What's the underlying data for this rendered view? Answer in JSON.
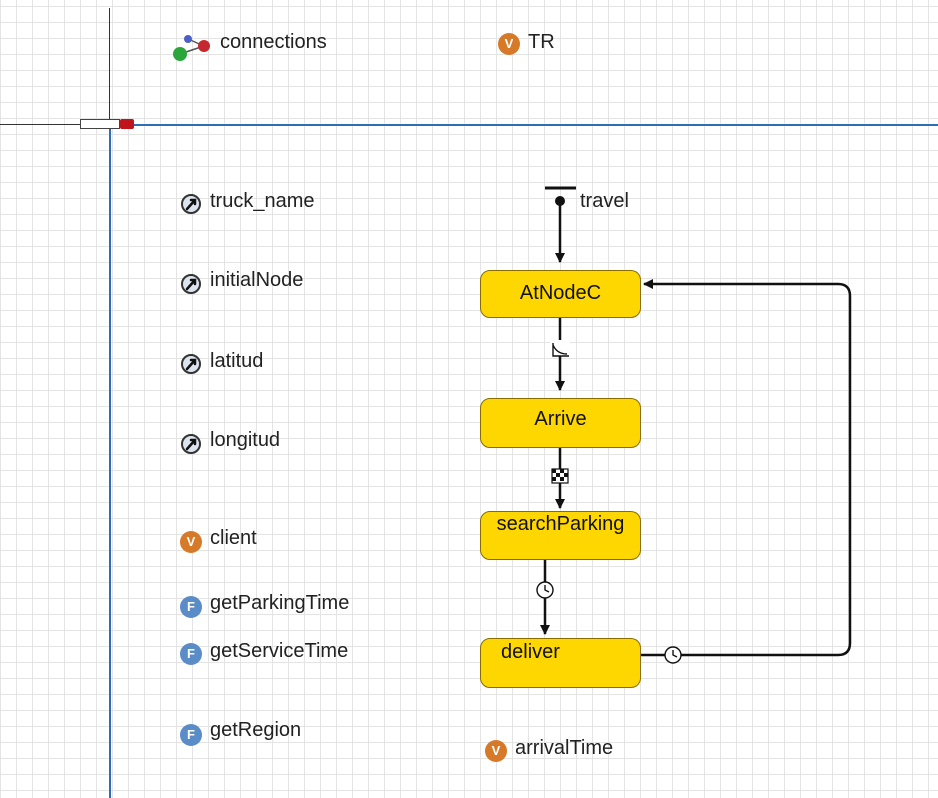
{
  "top": {
    "connections": "connections",
    "tr": "TR"
  },
  "parameters": [
    {
      "label": "truck_name"
    },
    {
      "label": "initialNode"
    },
    {
      "label": "latitud"
    },
    {
      "label": "longitud"
    }
  ],
  "variables": {
    "client": "client",
    "arrival_time": "arrivalTime"
  },
  "functions": [
    {
      "label": "getParkingTime"
    },
    {
      "label": "getServiceTime"
    },
    {
      "label": "getRegion"
    }
  ],
  "statechart": {
    "entry_label": "travel",
    "states": [
      {
        "label": "AtNodeC"
      },
      {
        "label": "Arrive"
      },
      {
        "label": "searchParking"
      },
      {
        "label": "deliver"
      }
    ]
  },
  "icon_glyphs": {
    "variable": "V",
    "function": "F"
  },
  "colors": {
    "state_fill": "#ffd700",
    "variable_badge": "#d67a2a",
    "function_badge": "#5a8cc8",
    "axis_blue": "#2f6db5"
  }
}
